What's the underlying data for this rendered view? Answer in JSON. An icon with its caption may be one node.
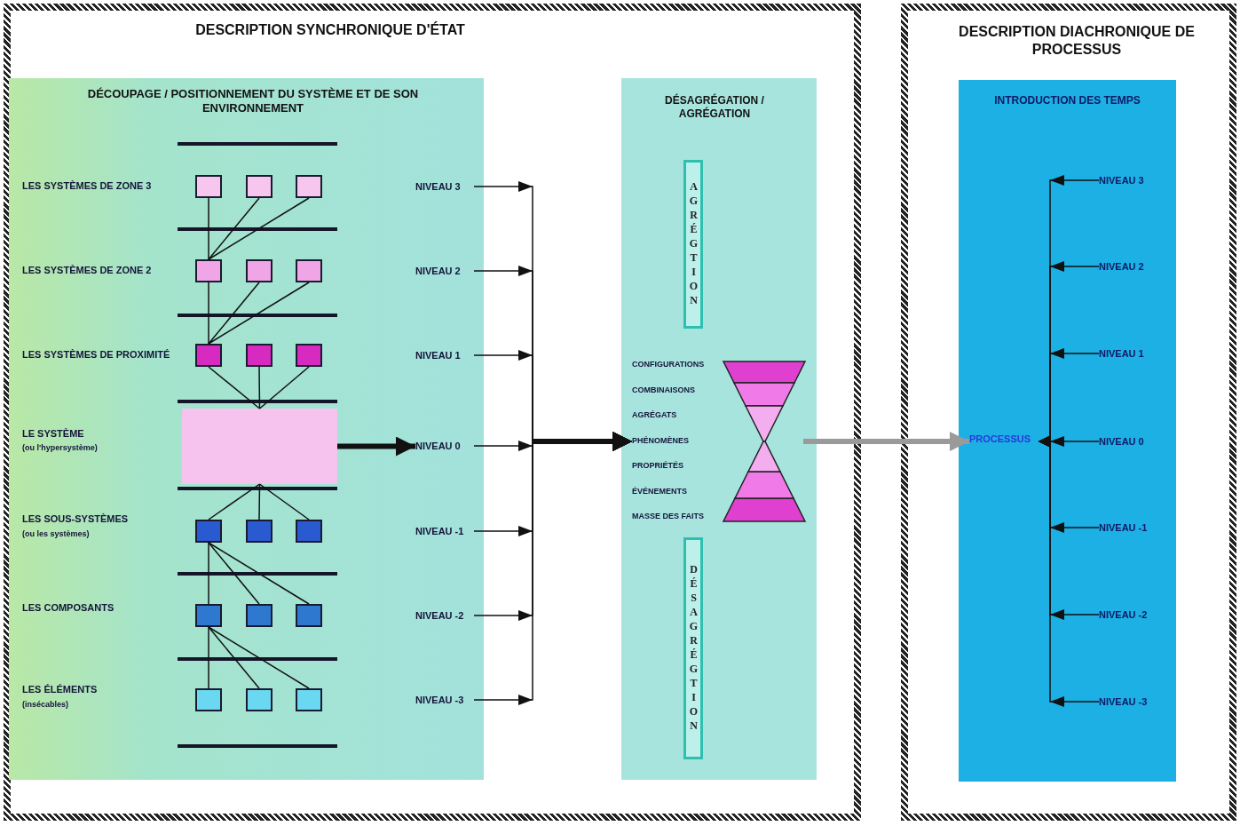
{
  "diagram": {
    "nodes": [
      {
        "text": [
          "DESCRIPTION SYNCHRONIQUE D'ÉTAT"
        ]
      },
      {
        "text": [
          "DÉCOUPAGE / POSITIONNEMENT DU SYSTÈME ET DE SON ENVIRONNEMENT"
        ],
        "in": 0
      },
      {
        "text": [],
        "shape": "box",
        "in": 1
      },
      {
        "text": [],
        "shape": "box",
        "in": 1
      },
      {
        "text": [],
        "shape": "box",
        "in": 1
      },
      {
        "text": [],
        "shape": "box",
        "in": 1
      },
      {
        "text": [],
        "shape": "box",
        "in": 1
      },
      {
        "text": [],
        "shape": "box",
        "in": 1
      },
      {
        "text": [],
        "shape": "box",
        "in": 1
      },
      {
        "text": [],
        "shape": "box",
        "in": 1
      },
      {
        "text": [],
        "shape": "box",
        "in": 1
      },
      {
        "text": [],
        "shape": "box",
        "in": 1
      },
      {
        "text": [],
        "shape": "box",
        "in": 1
      },
      {
        "text": [],
        "shape": "box",
        "in": 1
      },
      {
        "text": [],
        "shape": "box",
        "in": 1
      },
      {
        "text": [],
        "shape": "box",
        "in": 1
      },
      {
        "text": [],
        "shape": "box",
        "in": 1
      },
      {
        "text": [],
        "shape": "box",
        "in": 1
      },
      {
        "text": [],
        "shape": "box",
        "in": 1
      },
      {
        "text": [],
        "shape": "box",
        "in": 1
      },
      {
        "text": [],
        "shape": "box",
        "in": 1
      },
      {
        "text": [
          "NIVEAU 3"
        ],
        "in": 1
      },
      {
        "text": [
          "NIVEAU 2"
        ],
        "in": 1
      },
      {
        "text": [
          "NIVEAU 1"
        ],
        "in": 1
      },
      {
        "text": [
          "NIVEAU 0"
        ],
        "in": 1
      },
      {
        "text": [
          "NIVEAU -1"
        ],
        "in": 1
      },
      {
        "text": [
          "NIVEAU -2"
        ],
        "in": 1
      },
      {
        "text": [
          "NIVEAU -3"
        ],
        "in": 1
      },
      {
        "text": [
          "DÉSAGRÉGATION / AGRÉGATION"
        ],
        "in": 0
      },
      {
        "text": [
          "AGRÉGTION"
        ],
        "in": 28
      },
      {
        "text": [],
        "shape": "hourglass",
        "in": 28,
        "beside": [
          "CONFIGURATIONS",
          "COMBINAISONS",
          "AGRÉGATS",
          "PHÉNOMÈNES",
          "PROPRIÉTÉS",
          "ÉVÉNEMENTS",
          "MASSE DES FAITS"
        ]
      },
      {
        "text": [
          "DÉSAGRÉGTION"
        ],
        "in": 28
      },
      {
        "text": [
          "DESCRIPTION DIACHRONIQUE DE PROCESSUS"
        ]
      },
      {
        "text": [
          "INTRODUCTION DES TEMPS"
        ],
        "in": 32
      },
      {
        "text": [
          "PROCESSUS"
        ],
        "in": 33
      },
      {
        "text": [
          "NIVEAU 3"
        ],
        "in": 33
      },
      {
        "text": [
          "NIVEAU 2"
        ],
        "in": 33
      },
      {
        "text": [
          "NIVEAU 1"
        ],
        "in": 33
      },
      {
        "text": [
          "NIVEAU 0"
        ],
        "in": 33
      },
      {
        "text": [
          "NIVEAU -1"
        ],
        "in": 33
      },
      {
        "text": [
          "NIVEAU -2"
        ],
        "in": 33
      },
      {
        "text": [
          "NIVEAU -3"
        ],
        "in": 33
      }
    ],
    "edges": [
      {
        "from": 2,
        "to": 5,
        "arrow": "none"
      },
      {
        "from": 3,
        "to": 5,
        "arrow": "none"
      },
      {
        "from": 4,
        "to": 5,
        "arrow": "none"
      },
      {
        "from": 5,
        "to": 8,
        "arrow": "none"
      },
      {
        "from": 6,
        "to": 8,
        "arrow": "none"
      },
      {
        "from": 7,
        "to": 8,
        "arrow": "none"
      },
      {
        "from": 8,
        "to": 11,
        "arrow": "none"
      },
      {
        "from": 9,
        "to": 11,
        "arrow": "none"
      },
      {
        "from": 10,
        "to": 11,
        "arrow": "none"
      },
      {
        "from": 11,
        "to": 12,
        "arrow": "none"
      },
      {
        "from": 11,
        "to": 13,
        "arrow": "none"
      },
      {
        "from": 11,
        "to": 14,
        "arrow": "none"
      },
      {
        "from": 12,
        "to": 15,
        "arrow": "none"
      },
      {
        "from": 12,
        "to": 16,
        "arrow": "none"
      },
      {
        "from": 12,
        "to": 17,
        "arrow": "none"
      },
      {
        "from": 15,
        "to": 18,
        "arrow": "none"
      },
      {
        "from": 15,
        "to": 19,
        "arrow": "none"
      },
      {
        "from": 15,
        "to": 20,
        "arrow": "none"
      },
      {
        "from": 11,
        "to": 24,
        "arrow": "to",
        "style": "thick"
      },
      {
        "from": 21,
        "to": 30,
        "arrow": "to"
      },
      {
        "from": 22,
        "to": 30,
        "arrow": "to"
      },
      {
        "from": 23,
        "to": 30,
        "arrow": "to"
      },
      {
        "from": 24,
        "to": 30,
        "arrow": "to"
      },
      {
        "from": 25,
        "to": 30,
        "arrow": "to"
      },
      {
        "from": 26,
        "to": 30,
        "arrow": "to"
      },
      {
        "from": 27,
        "to": 30,
        "arrow": "to"
      },
      {
        "from": 30,
        "to": 34,
        "arrow": "to",
        "style": "thick",
        "color": "#9a9a9a"
      },
      {
        "from": 35,
        "to": 34,
        "arrow": "to"
      },
      {
        "from": 36,
        "to": 34,
        "arrow": "to"
      },
      {
        "from": 37,
        "to": 34,
        "arrow": "to"
      },
      {
        "from": 38,
        "to": 34,
        "arrow": "to"
      },
      {
        "from": 39,
        "to": 34,
        "arrow": "to"
      },
      {
        "from": 40,
        "to": 34,
        "arrow": "to"
      },
      {
        "from": 41,
        "to": 34,
        "arrow": "to"
      }
    ],
    "labels": [
      "LES SYSTÈMES DE ZONE 3",
      "LES SYSTÈMES DE ZONE 2",
      "LES SYSTÈMES DE PROXIMITÉ",
      "LE SYSTÈME",
      "(ou l'hypersystème)",
      "LES SOUS-SYSTÈMES",
      "(ou les systèmes)",
      "LES COMPOSANTS",
      "LES ÉLÉMENTS",
      "(insécables)"
    ]
  }
}
